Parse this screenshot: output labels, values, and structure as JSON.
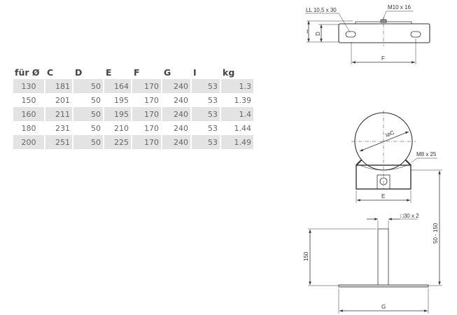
{
  "table": {
    "headers": [
      "für Ø",
      "C",
      "D",
      "E",
      "F",
      "G",
      "I",
      "kg"
    ],
    "rows": [
      [
        "130",
        "181",
        "50",
        "164",
        "170",
        "240",
        "53",
        "1.3"
      ],
      [
        "150",
        "201",
        "50",
        "195",
        "170",
        "240",
        "53",
        "1.39"
      ],
      [
        "160",
        "211",
        "50",
        "195",
        "170",
        "240",
        "53",
        "1.4"
      ],
      [
        "180",
        "231",
        "50",
        "210",
        "170",
        "240",
        "53",
        "1.44"
      ],
      [
        "200",
        "251",
        "50",
        "225",
        "170",
        "240",
        "53",
        "1.49"
      ]
    ]
  },
  "drawing": {
    "slot_label": "LL 10,5 x 30",
    "bolt_top_label": "M10 x 16",
    "dim_I": "I",
    "dim_D": "D",
    "dim_F": "F",
    "dim_C": "I⌀C",
    "bolt_side_label": "M8 x 25",
    "dim_E": "E",
    "tube_label": "□30 x 2",
    "dim_150": "150",
    "dim_range": "50 - 150",
    "dim_G": "G"
  }
}
